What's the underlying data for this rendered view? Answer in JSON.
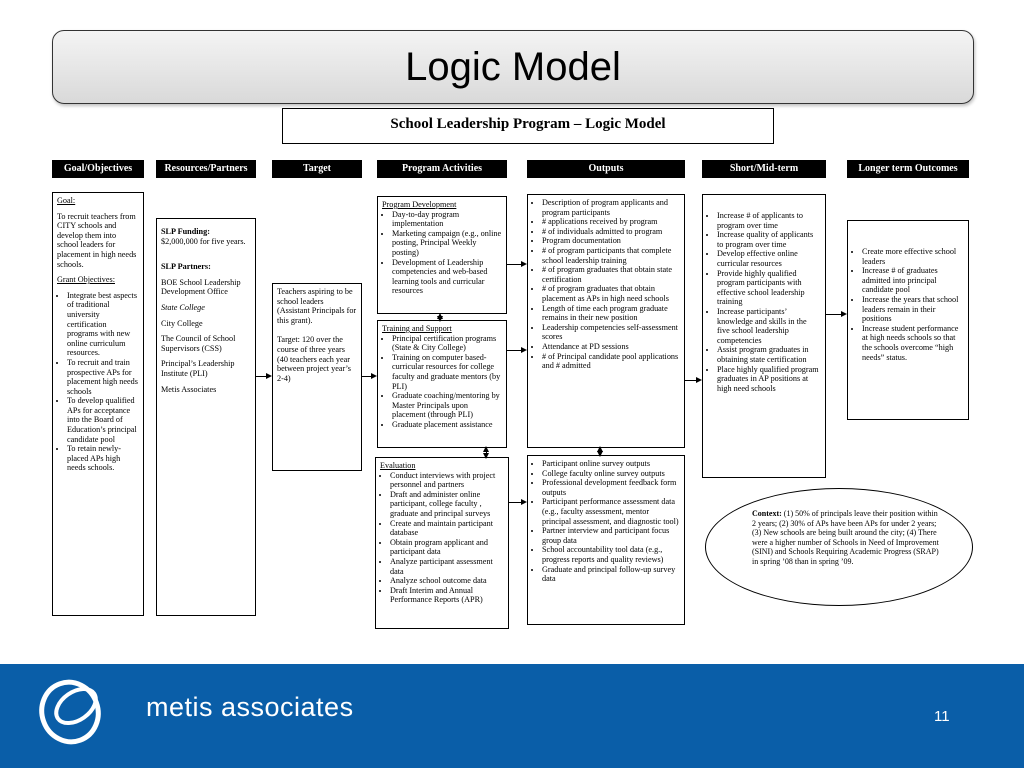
{
  "slide": {
    "title": "Logic Model",
    "subtitle": "School Leadership Program – Logic Model",
    "page_number": "11",
    "footer_brand": "metis associates"
  },
  "columns": [
    "Goal/Objectives",
    "Resources/Partners",
    "Target",
    "Program Activities",
    "Outputs",
    "Short/Mid-term",
    "Longer term Outcomes"
  ],
  "goals": {
    "goal_heading": "Goal:",
    "goal_text": "To recruit teachers from CITY schools and develop them into school leaders for placement in high needs schools.",
    "grant_heading": "Grant Objectives:",
    "objectives": [
      "Integrate best aspects of traditional university certification programs with new online curriculum resources.",
      "To recruit and train prospective APs for placement high needs schools",
      "To develop qualified APs for acceptance into the Board of Education’s principal candidate pool",
      "To retain newly-placed APs high needs schools."
    ]
  },
  "resources": {
    "funding_heading": "SLP Funding:",
    "funding_text": "$2,000,000 for five years.",
    "partners_heading": "SLP Partners:",
    "partners": [
      "BOE School Leadership Development Office",
      "State College",
      "City College",
      "The Council of School Supervisors (CSS)",
      "Principal’s Leadership Institute (PLI)",
      "Metis Associates"
    ]
  },
  "target": {
    "text1": "Teachers aspiring to be school leaders (Assistant Principals for this grant).",
    "text2": "Target: 120 over the course of three years (40 teachers each year between project year’s 2-4)"
  },
  "activities": {
    "dev_heading": "Program Development",
    "dev_items": [
      "Day-to-day program implementation",
      "Marketing campaign (e.g., online posting, Principal Weekly posting)",
      "Development of Leadership competencies and web-based learning tools and curricular resources"
    ],
    "training_heading": "Training and Support",
    "training_items": [
      "Principal certification programs (State & City College)",
      "Training on computer based-curricular resources for college faculty and graduate mentors (by PLI)",
      "Graduate coaching/mentoring by Master Principals upon placement (through PLI)",
      "Graduate placement assistance"
    ],
    "eval_heading": "Evaluation",
    "eval_items": [
      "Conduct interviews with project personnel and partners",
      "Draft and administer online participant, college faculty , graduate and principal surveys",
      "Create and maintain participant database",
      "Obtain program applicant and participant data",
      "Analyze participant assessment data",
      "Analyze school outcome data",
      "Draft Interim and Annual Performance Reports (APR)"
    ]
  },
  "outputs": {
    "top_items": [
      "Description of program applicants and program participants",
      "# applications received by program",
      "# of individuals admitted to program",
      "Program documentation",
      "# of program participants that complete school leadership training",
      "# of program graduates that obtain state certification",
      "# of program graduates that obtain placement as APs in high need schools",
      "Length of time each program graduate remains in their new position",
      "Leadership competencies self-assessment scores",
      "Attendance at PD sessions",
      "# of Principal candidate pool applications and # admitted"
    ],
    "bottom_items": [
      "Participant online survey outputs",
      "College faculty online survey outputs",
      "Professional development feedback form outputs",
      "Participant performance assessment data (e.g., faculty assessment, mentor principal assessment, and diagnostic tool)",
      "Partner interview and participant focus group data",
      "School accountability tool data (e.g., progress reports and quality reviews)",
      "Graduate and principal follow-up survey data"
    ]
  },
  "short_mid": [
    "Increase # of applicants to program over time",
    "Increase quality of applicants to program over time",
    "Develop effective online curricular resources",
    "Provide highly qualified program participants with effective school leadership training",
    "Increase participants’ knowledge and skills in the five school leadership competencies",
    "Assist program graduates in obtaining state certification",
    "Place highly qualified program graduates in AP positions at high need schools"
  ],
  "longer_term": [
    "Create more effective school leaders",
    "Increase # of graduates admitted into principal candidate pool",
    "Increase the years that school leaders remain in their positions",
    "Increase student performance at high needs schools so that the schools overcome “high needs” status."
  ],
  "context": {
    "label": "Context:",
    "text": "(1) 50% of principals leave their position within 2 years; (2) 30% of APs have been APs for under 2 years; (3) New schools are being built around the city; (4) There were a higher number of Schools in Need of Improvement (SINI) and Schools Requiring Academic Progress (SRAP) in spring ’08 than in spring ’09."
  }
}
